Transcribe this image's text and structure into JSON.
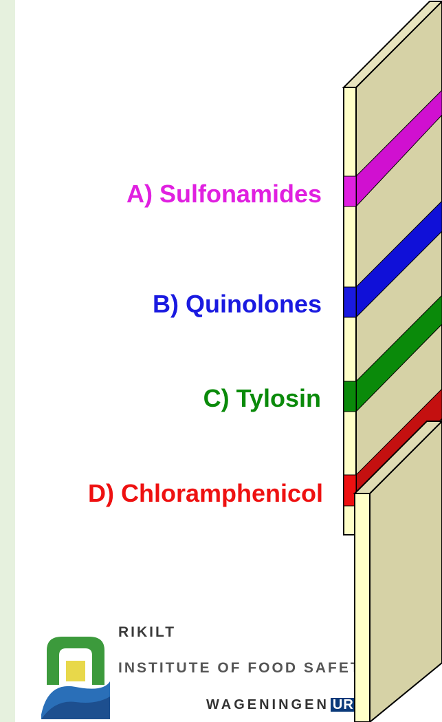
{
  "labels": {
    "a": {
      "text": "A)  Sulfonamides",
      "color": "#e020e0"
    },
    "b": {
      "text": "B) Quinolones",
      "color": "#1a1ae0"
    },
    "c": {
      "text": "C) Tylosin",
      "color": "#0a8a0a"
    },
    "d": {
      "text": "D) Chloramphenicol",
      "color": "#ee1111"
    }
  },
  "colors": {
    "strip_front": "#ffffc8",
    "strip_side": "#d6d2a6",
    "side_stripe": "#e6f1de"
  },
  "logo": {
    "line1": "RIKILT",
    "line2": "INSTITUTE OF FOOD SAFETY",
    "line3": "WAGENINGEN",
    "line3_tag": "UR"
  }
}
